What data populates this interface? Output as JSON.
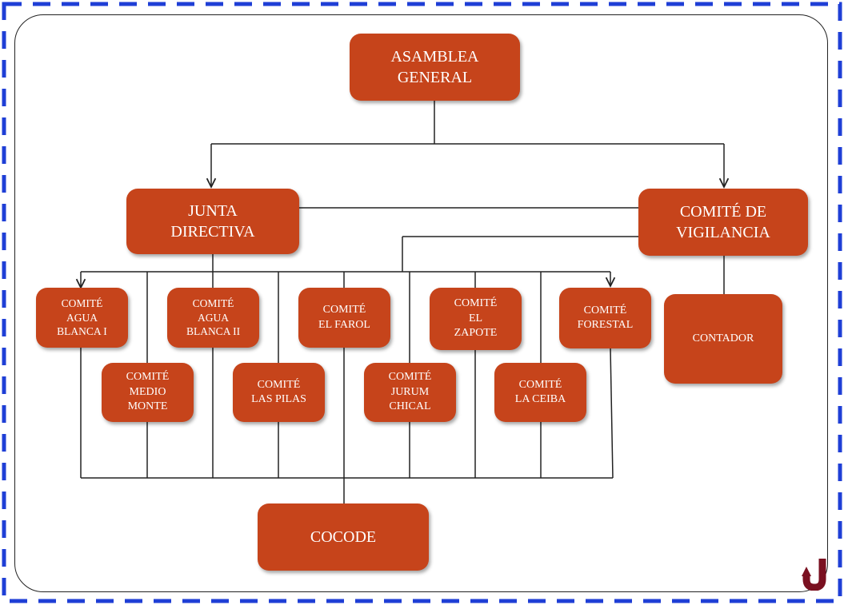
{
  "diagram": {
    "nodes": {
      "asamblea": "ASAMBLEA\nGENERAL",
      "junta": "JUNTA\nDIRECTIVA",
      "vigilancia": "COMITÉ DE\nVIGILANCIA",
      "agua_blanca_1": "COMITÉ\nAGUA\nBLANCA I",
      "agua_blanca_2": "COMITÉ\nAGUA\nBLANCA II",
      "el_farol": "COMITÉ\nEL FAROL",
      "el_zapote": "COMITÉ\nEL\nZAPOTE",
      "forestal": "COMITÉ\nFORESTAL",
      "medio_monte": "COMITÉ\nMEDIO\nMONTE",
      "las_pilas": "COMITÉ\nLAS PILAS",
      "jurum_chical": "COMITÉ\nJURUM\nCHICAL",
      "la_ceiba": "COMITÉ\nLA CEIBA",
      "contador": "CONTADOR",
      "cocode": "COCODE"
    },
    "colors": {
      "node_fill": "#c6441b",
      "node_text": "#ffffff",
      "frame_dash": "#1f3fd6",
      "line": "#222222",
      "back_icon": "#7a1020"
    },
    "icons": {
      "back": "return-arrow-icon"
    }
  }
}
